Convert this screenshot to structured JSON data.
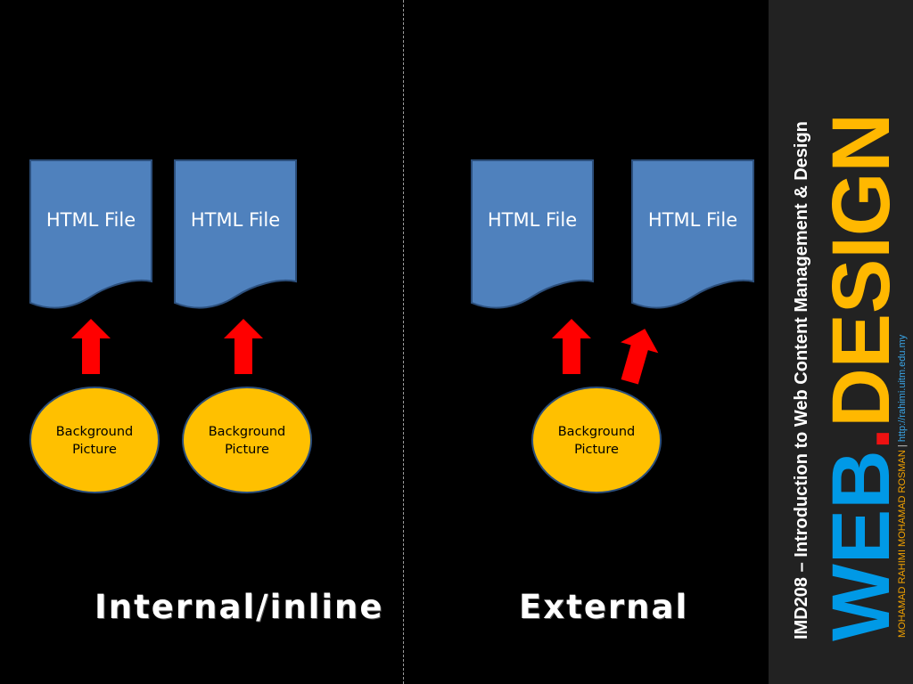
{
  "colors": {
    "document_fill": "#4f81bd",
    "document_stroke": "#2c4f7c",
    "ellipse_fill": "#ffc000",
    "ellipse_stroke": "#2c4f7c",
    "arrow": "#ff0000",
    "logo_web": "#0099e6",
    "logo_dot": "#ee1111",
    "logo_design": "#ffb800",
    "sidebar_bg": "#222222"
  },
  "diagram": {
    "internal": {
      "documents": [
        {
          "label": "HTML File"
        },
        {
          "label": "HTML File"
        }
      ],
      "sources": [
        {
          "label_line1": "Background",
          "label_line2": "Picture"
        },
        {
          "label_line1": "Background",
          "label_line2": "Picture"
        }
      ],
      "caption": "Internal/inline"
    },
    "external": {
      "documents": [
        {
          "label": "HTML File"
        },
        {
          "label": "HTML File"
        }
      ],
      "source": {
        "label_line1": "Background",
        "label_line2": "Picture"
      },
      "caption": "External"
    }
  },
  "sidebar": {
    "subtitle": "IMD208 – Introduction to Web Content Management & Design",
    "logo_web": "WEB",
    "logo_dot": ".",
    "logo_design": "DESIGN",
    "author": "MOHAMAD RAHIMI MOHAMAD ROSMAN",
    "separator": " | ",
    "url": "http://rahimi.uitm.edu.my"
  }
}
